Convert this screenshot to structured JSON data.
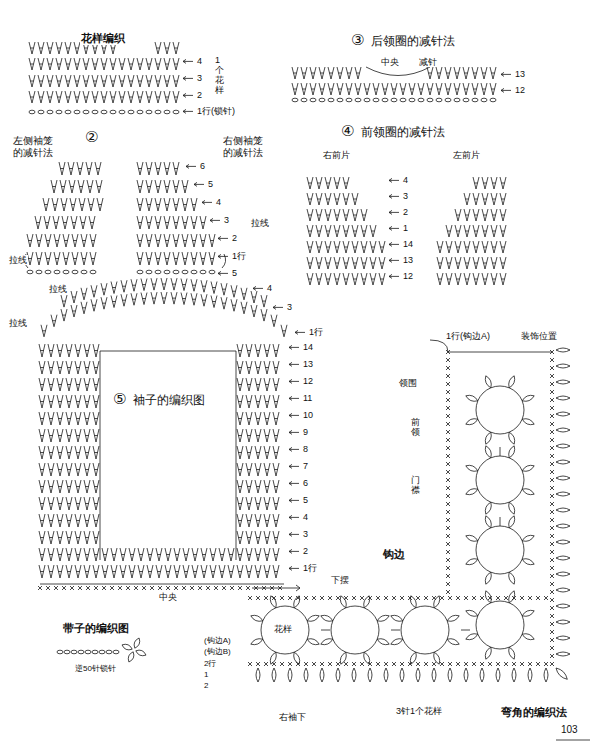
{
  "diagram": {
    "labels": [
      "花样编织",
      "4",
      "3",
      "2",
      "1行(锁针)",
      "1个花样",
      "②",
      "左侧袖笼的减针法",
      "右侧袖笼的减针法",
      "6",
      "5",
      "4",
      "3",
      "2",
      "1行",
      "5",
      "拉线",
      "拉线",
      "③",
      "后领圈的减针法",
      "中央",
      "减针",
      "13",
      "12",
      "④",
      "前领圈的减针法",
      "右前片",
      "左前片",
      "4",
      "3",
      "2",
      "1",
      "14",
      "13",
      "12",
      "⑤",
      "袖子的编织图",
      "拉线",
      "拉线",
      "4",
      "3",
      "1行",
      "14",
      "13",
      "12",
      "11",
      "10",
      "9",
      "8",
      "7",
      "6",
      "5",
      "4",
      "3",
      "2",
      "1行",
      "中央",
      "下摆",
      "钩边",
      "1行(钩边A)",
      "装饰位置",
      "领围",
      "前领",
      "门襟",
      "花样",
      "带子的编织图",
      "逆50针锁针",
      "(钩边A)",
      "(钩边B)",
      "2行",
      "1",
      "2",
      "右袖下",
      "3针1个花样",
      "弯角的编织法",
      "103"
    ]
  }
}
